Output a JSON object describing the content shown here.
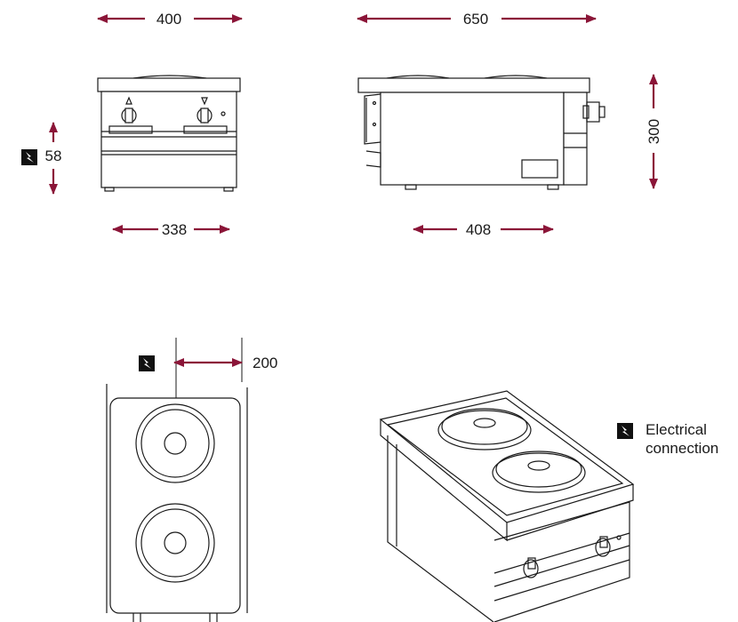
{
  "dimensions": {
    "front_width": "400",
    "side_depth": "650",
    "height_left": "58",
    "height_right": "300",
    "base_front_width": "338",
    "base_side_depth": "408",
    "top_clearance": "200"
  },
  "legend": {
    "line1": "Electrical",
    "line2": "connection"
  },
  "colors": {
    "arrow": "#8b1538",
    "line": "#1a1a1a",
    "icon_bg": "#111111"
  },
  "icons": {
    "electrical": "lightning-bolt-icon"
  }
}
